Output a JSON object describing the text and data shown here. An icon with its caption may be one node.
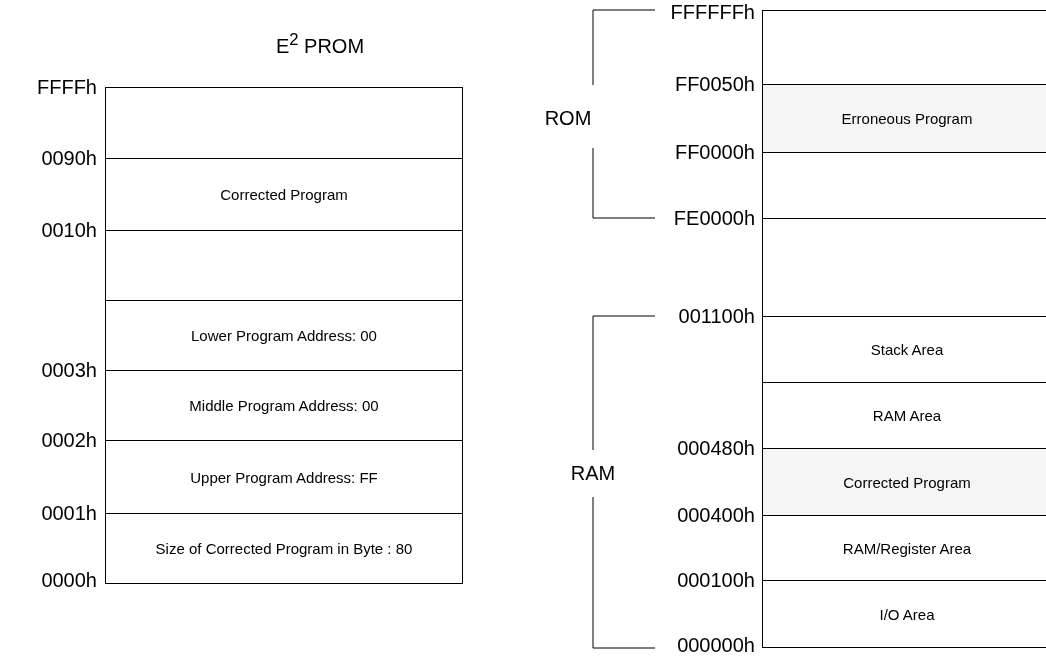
{
  "diagram": {
    "nodes": [
      {
        "text": [],
        "shape": "box"
      },
      {
        "text": [
          "Corrected Program"
        ]
      },
      {
        "text": [],
        "shape": "box"
      },
      {
        "text": [
          "Lower Program Address: 00"
        ]
      },
      {
        "text": [
          "Middle Program Address: 00"
        ]
      },
      {
        "text": [
          "Upper Program Address: FF"
        ]
      },
      {
        "text": [
          "Size of Corrected Program in Byte : 80"
        ]
      },
      {
        "text": [],
        "shape": "box"
      },
      {
        "text": [
          "Erroneous Program"
        ]
      },
      {
        "text": [],
        "shape": "box"
      },
      {
        "text": [],
        "shape": "box"
      },
      {
        "text": [
          "Stack Area"
        ]
      },
      {
        "text": [
          "RAM Area"
        ]
      },
      {
        "text": [
          "Corrected Program"
        ]
      },
      {
        "text": [
          "RAM/Register Area"
        ]
      },
      {
        "text": [
          "I/O Area"
        ]
      }
    ],
    "edges": [],
    "labels": [
      "E$^{2}$ PROM",
      "FFFFh",
      "0090h",
      "0010h",
      "0003h",
      "0002h",
      "0001h",
      "0000h",
      "FFFFFFh",
      "FF0050h",
      "ROM",
      "FF0000h",
      "FE0000h",
      "001100h",
      "000480h",
      "RAM",
      "000400h",
      "000100h",
      "000000h"
    ]
  }
}
